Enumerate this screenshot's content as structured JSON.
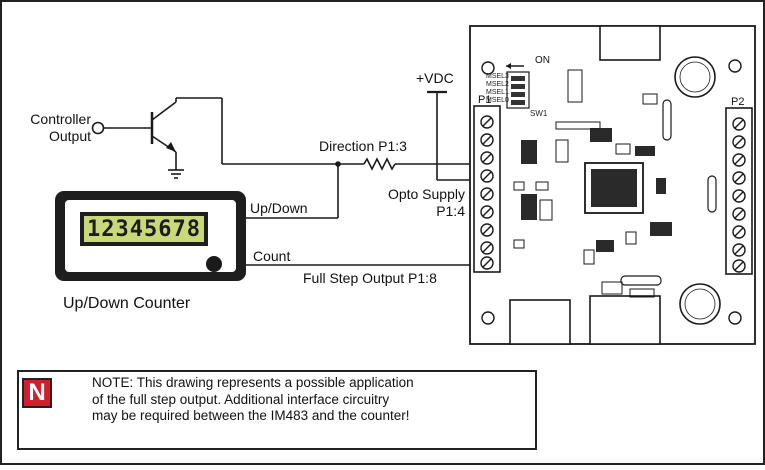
{
  "labels": {
    "controller_output_line1": "Controller",
    "controller_output_line2": "Output",
    "vdc": "+VDC",
    "direction": "Direction P1:3",
    "opto_supply_line1": "Opto Supply",
    "opto_supply_line2": "P1:4",
    "up_down": "Up/Down",
    "count": "Count",
    "full_step_output": "Full Step Output P1:8",
    "counter_title": "Up/Down Counter",
    "counter_display": "12345678",
    "p1": "P1",
    "p2": "P2",
    "switch_on": "ON",
    "sw1": "SW1",
    "msel3": "MSEL3",
    "msel2": "MSEL2",
    "msel1": "MSEL1",
    "msel0": "MSEL0"
  },
  "note": {
    "icon_letter": "N",
    "line1": "NOTE: This  drawing represents a possible application",
    "line2": "of the full step output. Additional interface circuitry",
    "line3": "may be required between the IM483 and the counter!"
  },
  "colors": {
    "lcd_green": "#c9d97a",
    "note_red": "#d31f2b",
    "ink": "#1a1a1a"
  }
}
